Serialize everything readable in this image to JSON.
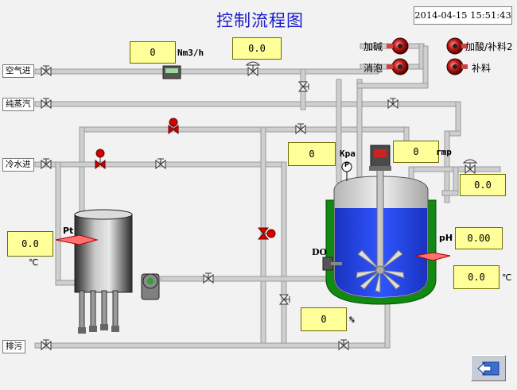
{
  "title": "控制流程图",
  "datetime": "2014-04-15 15:51:43",
  "line_tags": {
    "air_in": "空气进",
    "pure_steam": "纯蒸汽",
    "cold_water_in": "冷水进",
    "drain": "排污"
  },
  "feed_pumps": {
    "alkali": "加碱",
    "antifoam": "消泡",
    "acid_feed2": "加酸/补料2",
    "feed": "补料"
  },
  "readouts": {
    "air_flow": {
      "value": "0",
      "unit": "Nm3/h"
    },
    "air_pressure": {
      "value": "0.0"
    },
    "tank_pressure": {
      "value": "0",
      "unit": "Kpa"
    },
    "agitator_speed": {
      "value": "0",
      "unit": "rmp"
    },
    "exhaust_pressure": {
      "value": "0.0"
    },
    "steam_gen_temp": {
      "value": "0.0",
      "unit": "℃",
      "probe": "Pt"
    },
    "ph": {
      "value": "0.00",
      "label": "pH"
    },
    "tank_temp": {
      "value": "0.0",
      "unit": "℃"
    },
    "dissolved_oxygen": {
      "value": "0",
      "unit": "%",
      "label": "DO"
    }
  },
  "instrument_labels": {
    "pressure_gauge": "P"
  },
  "colors": {
    "pipe": "#c4c4c4",
    "broth": "#1f3cd9",
    "jacket": "#0e8a0e",
    "readout_bg": "#ffff99",
    "valve_red": "#d40000",
    "pump_red": "#9b1010",
    "title": "#1a1acc"
  }
}
